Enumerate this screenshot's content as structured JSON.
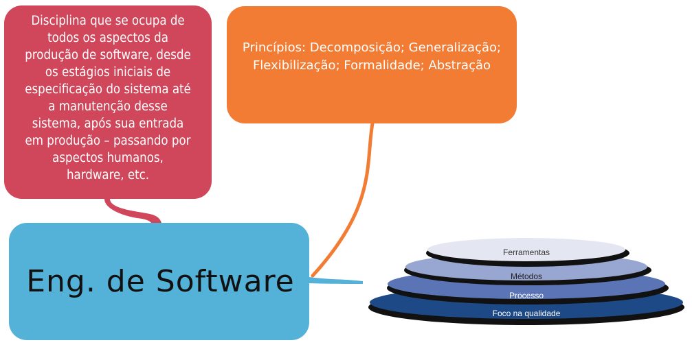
{
  "definition_box": {
    "lines": [
      "Disciplina que se ocupa de",
      "todos os aspectos da",
      "produção de software, desde",
      "os estágios iniciais de",
      "especificação do sistema até",
      "a manutenção desse",
      "sistema, após sua entrada",
      "em produção – passando por",
      "aspectos humanos,",
      "hardware, etc."
    ],
    "color": "#d0465a"
  },
  "principles_box": {
    "lines": [
      "Princípios: Decomposição; Generalização;",
      "Flexibilização; Formalidade; Abstração"
    ],
    "color": "#f27c34"
  },
  "central_node": {
    "title": "Eng. de Software",
    "color": "#54b1d8"
  },
  "layers": {
    "tools": "Ferramentas",
    "methods": "Métodos",
    "process": "Processo",
    "quality": "Foco na qualidade",
    "colors": [
      "#e4e7f2",
      "#98a6d2",
      "#5a74b6",
      "#1d4a86"
    ]
  },
  "connector_colors": {
    "red": "#d0465a",
    "orange": "#f27c34",
    "blue": "#54b1d8"
  }
}
